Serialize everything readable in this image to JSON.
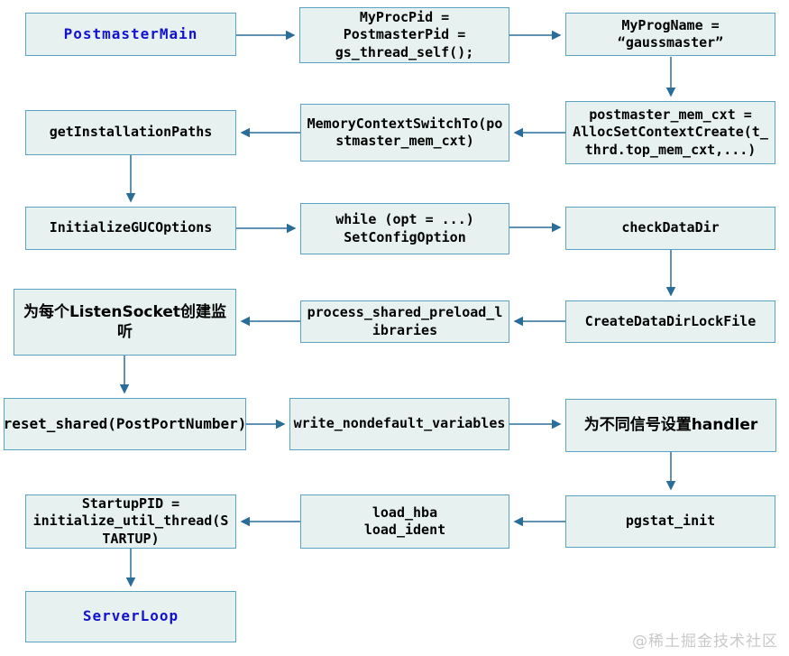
{
  "colors": {
    "box_fill": "#e7f2f0",
    "box_border": "#5ba3c2",
    "arrow": "#2a6d99",
    "highlight_text": "#1212d0",
    "text": "#000000",
    "watermark": "#c9c9c9"
  },
  "watermark": {
    "label": "@稀土掘金技术社区"
  },
  "nodes": {
    "postmaster_main": {
      "label": "PostmasterMain"
    },
    "set_proc_pid": {
      "label": "MyProcPid =\nPostmasterPid =\ngs_thread_self();"
    },
    "set_prog_name": {
      "label": "MyProgName =\n“gaussmaster”"
    },
    "get_installation_paths": {
      "label": "getInstallationPaths"
    },
    "memory_context_switch_to": {
      "label": "MemoryContextSwitchTo(po\nstmaster_mem_cxt)"
    },
    "create_postmaster_mem_cxt": {
      "label": "postmaster_mem_cxt =\nAllocSetContextCreate(t_\nthrd.top_mem_cxt,...)"
    },
    "initialize_guc_options": {
      "label": "InitializeGUCOptions"
    },
    "parse_options_loop": {
      "label": "while (opt = ...)\nSetConfigOption"
    },
    "check_data_dir": {
      "label": "checkDataDir"
    },
    "create_listen_sockets": {
      "label": "为每个ListenSocket创建监听"
    },
    "process_shared_preload_libraries": {
      "label": "process_shared_preload_l\nibraries"
    },
    "create_data_dir_lock_file": {
      "label": "CreateDataDirLockFile"
    },
    "reset_shared": {
      "label": "reset_shared(PostPortNumber)"
    },
    "write_nondefault_variables": {
      "label": "write_nondefault_variables"
    },
    "setup_signal_handlers": {
      "label": "为不同信号设置handler"
    },
    "start_startup_thread": {
      "label": "StartupPID =\ninitialize_util_thread(S\nTARTUP)"
    },
    "load_hba_ident": {
      "label": "load_hba\nload_ident"
    },
    "pgstat_init": {
      "label": "pgstat_init"
    },
    "server_loop": {
      "label": "ServerLoop"
    }
  }
}
